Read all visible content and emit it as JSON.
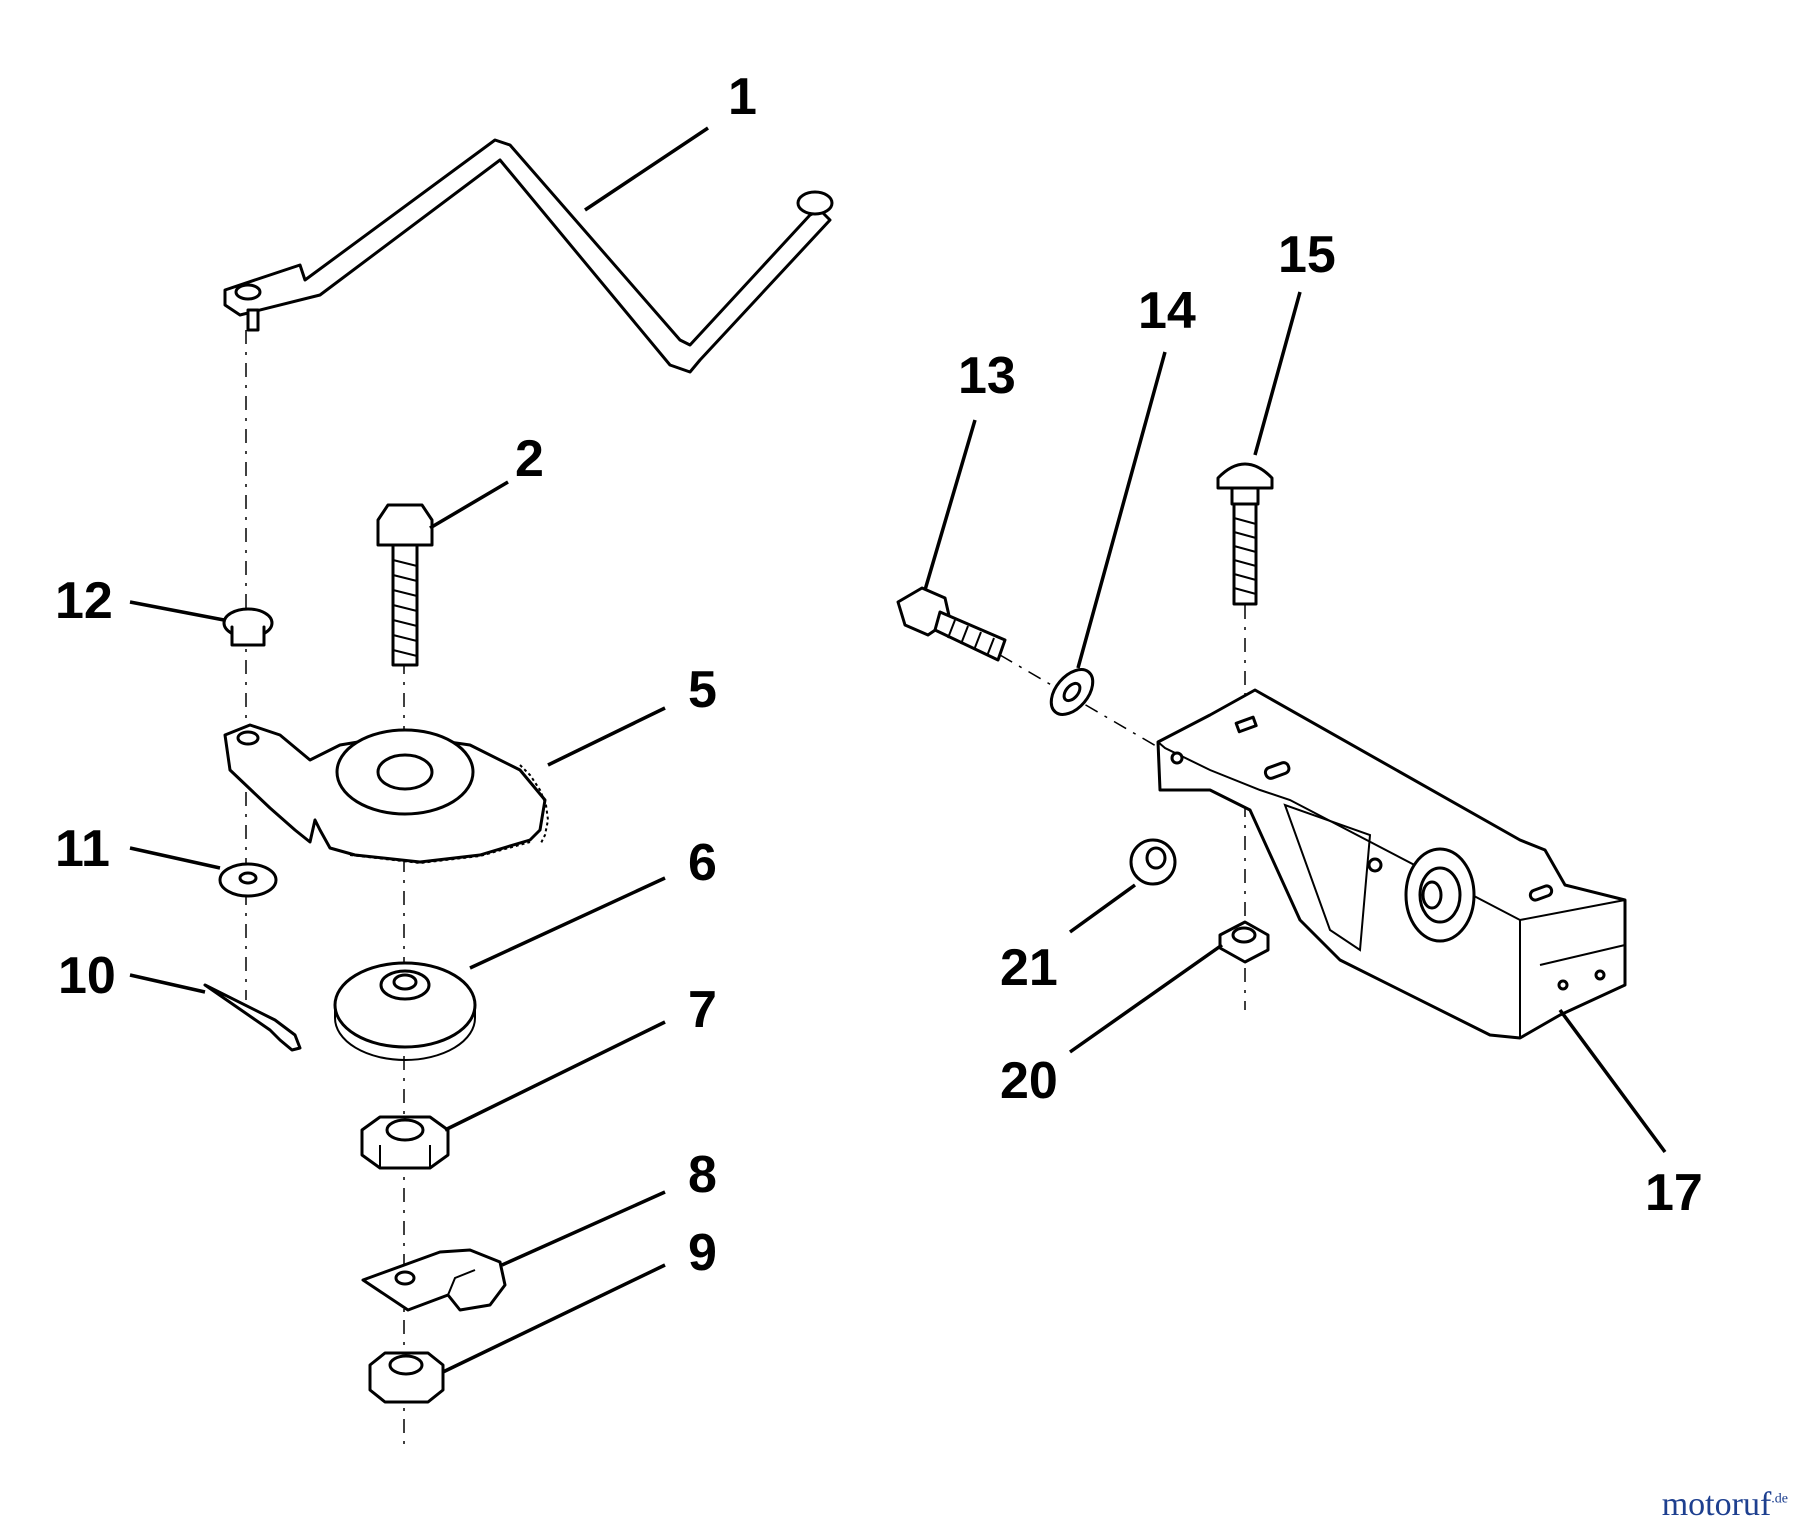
{
  "callouts": [
    {
      "id": "1",
      "label": "1"
    },
    {
      "id": "2",
      "label": "2"
    },
    {
      "id": "5",
      "label": "5"
    },
    {
      "id": "6",
      "label": "6"
    },
    {
      "id": "7",
      "label": "7"
    },
    {
      "id": "8",
      "label": "8"
    },
    {
      "id": "9",
      "label": "9"
    },
    {
      "id": "10",
      "label": "10"
    },
    {
      "id": "11",
      "label": "11"
    },
    {
      "id": "12",
      "label": "12"
    },
    {
      "id": "13",
      "label": "13"
    },
    {
      "id": "14",
      "label": "14"
    },
    {
      "id": "15",
      "label": "15"
    },
    {
      "id": "17",
      "label": "17"
    },
    {
      "id": "20",
      "label": "20"
    },
    {
      "id": "21",
      "label": "21"
    }
  ],
  "watermark": {
    "text": "motoruf",
    "suffix": ".de"
  }
}
